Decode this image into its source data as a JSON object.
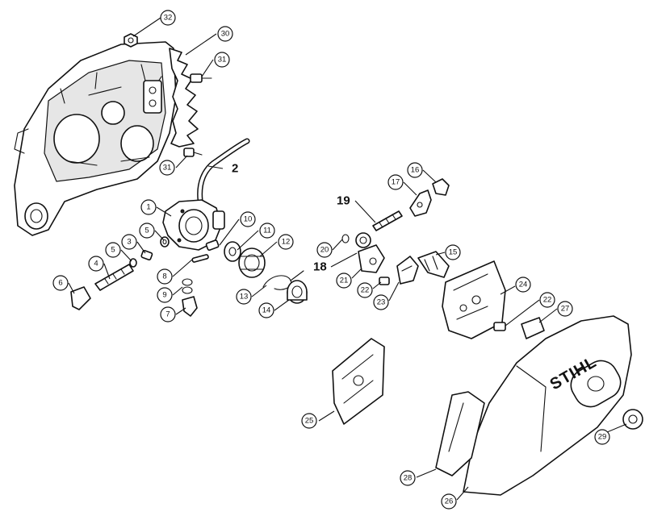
{
  "diagram": {
    "brand_text": "STIHL",
    "callouts": [
      {
        "id": "c32",
        "label": "32"
      },
      {
        "id": "c30",
        "label": "30"
      },
      {
        "id": "c31a",
        "label": "31"
      },
      {
        "id": "c31b",
        "label": "31"
      },
      {
        "id": "c1",
        "label": "1"
      },
      {
        "id": "c10",
        "label": "10"
      },
      {
        "id": "c11",
        "label": "11"
      },
      {
        "id": "c12",
        "label": "12"
      },
      {
        "id": "c5a",
        "label": "5"
      },
      {
        "id": "c3",
        "label": "3"
      },
      {
        "id": "c5b",
        "label": "5"
      },
      {
        "id": "c4",
        "label": "4"
      },
      {
        "id": "c6",
        "label": "6"
      },
      {
        "id": "c8",
        "label": "8"
      },
      {
        "id": "c9",
        "label": "9"
      },
      {
        "id": "c7",
        "label": "7"
      },
      {
        "id": "c13",
        "label": "13"
      },
      {
        "id": "c14",
        "label": "14"
      },
      {
        "id": "c16",
        "label": "16"
      },
      {
        "id": "c17",
        "label": "17"
      },
      {
        "id": "c20",
        "label": "20"
      },
      {
        "id": "c21",
        "label": "21"
      },
      {
        "id": "c22a",
        "label": "22"
      },
      {
        "id": "c23",
        "label": "23"
      },
      {
        "id": "c15",
        "label": "15"
      },
      {
        "id": "c24",
        "label": "24"
      },
      {
        "id": "c22b",
        "label": "22"
      },
      {
        "id": "c27",
        "label": "27"
      },
      {
        "id": "c25",
        "label": "25"
      },
      {
        "id": "c29",
        "label": "29"
      },
      {
        "id": "c28",
        "label": "28"
      },
      {
        "id": "c26",
        "label": "26"
      }
    ],
    "plain_labels": [
      {
        "id": "p2",
        "label": "2"
      },
      {
        "id": "p19",
        "label": "19"
      },
      {
        "id": "p18",
        "label": "18"
      }
    ]
  }
}
